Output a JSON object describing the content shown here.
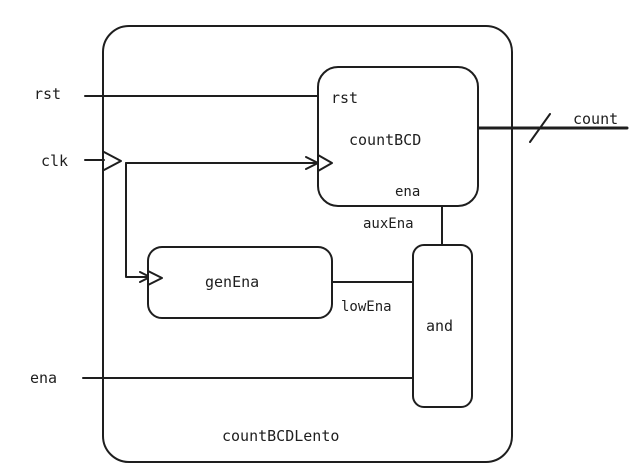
{
  "diagram": {
    "outer_block": {
      "name": "countBCDLento"
    },
    "blocks": {
      "countbcd": {
        "name": "countBCD",
        "port_rst": "rst",
        "port_ena": "ena"
      },
      "genena": {
        "name": "genEna"
      },
      "and_gate": {
        "name": "and"
      }
    },
    "inputs": {
      "rst": "rst",
      "clk": "clk",
      "ena": "ena"
    },
    "outputs": {
      "count": "count"
    },
    "signals": {
      "auxena": "auxEna",
      "lowena": "lowEna"
    }
  }
}
